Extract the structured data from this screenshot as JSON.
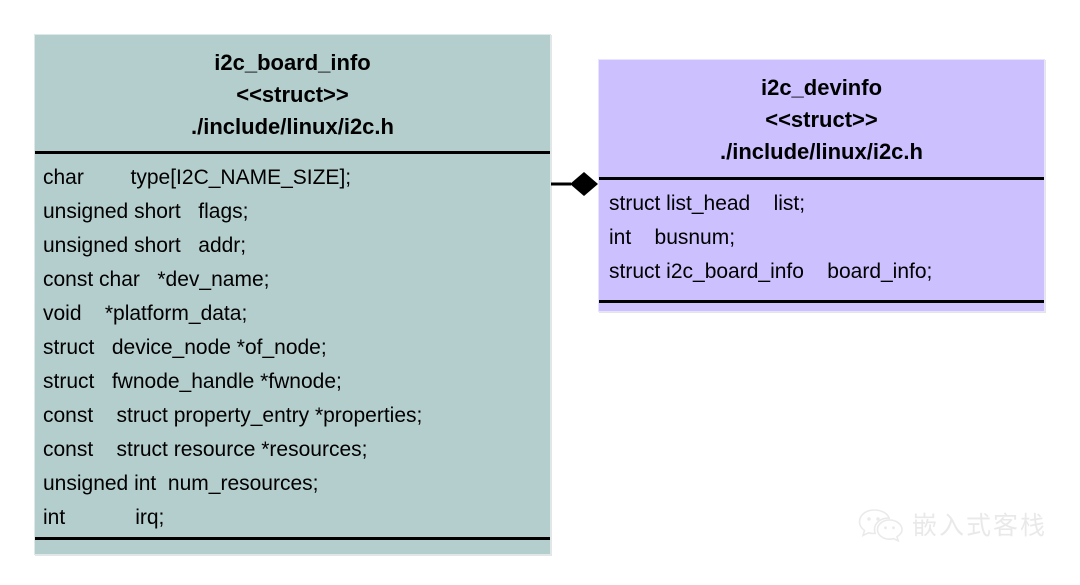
{
  "diagram": {
    "type": "uml-class-diagram",
    "background": "#ffffff",
    "classes": [
      {
        "id": "i2c_board_info",
        "name": "i2c_board_info",
        "stereotype": "<<struct>>",
        "source_file": "./include/linux/i2c.h",
        "fill_color": "#b4cdcd",
        "fields": [
          "char        type[I2C_NAME_SIZE];",
          "unsigned short   flags;",
          "unsigned short   addr;",
          "const char   *dev_name;",
          "void    *platform_data;",
          "struct   device_node *of_node;",
          "struct   fwnode_handle *fwnode;",
          "const    struct property_entry *properties;",
          "const    struct resource *resources;",
          "unsigned int  num_resources;",
          "int            irq;"
        ]
      },
      {
        "id": "i2c_devinfo",
        "name": "i2c_devinfo",
        "stereotype": "<<struct>>",
        "source_file": "./include/linux/i2c.h",
        "fill_color": "#ccc0ff",
        "fields": [
          "struct list_head    list;",
          "int    busnum;",
          "struct i2c_board_info    board_info;"
        ]
      }
    ],
    "relationship": {
      "kind": "composition",
      "marker": "filled-diamond",
      "from": "i2c_devinfo",
      "to": "i2c_board_info",
      "color": "#000000"
    }
  },
  "watermark": {
    "icon": "wechat-icon",
    "text": "嵌入式客栈",
    "color": "#b9b9b9"
  }
}
